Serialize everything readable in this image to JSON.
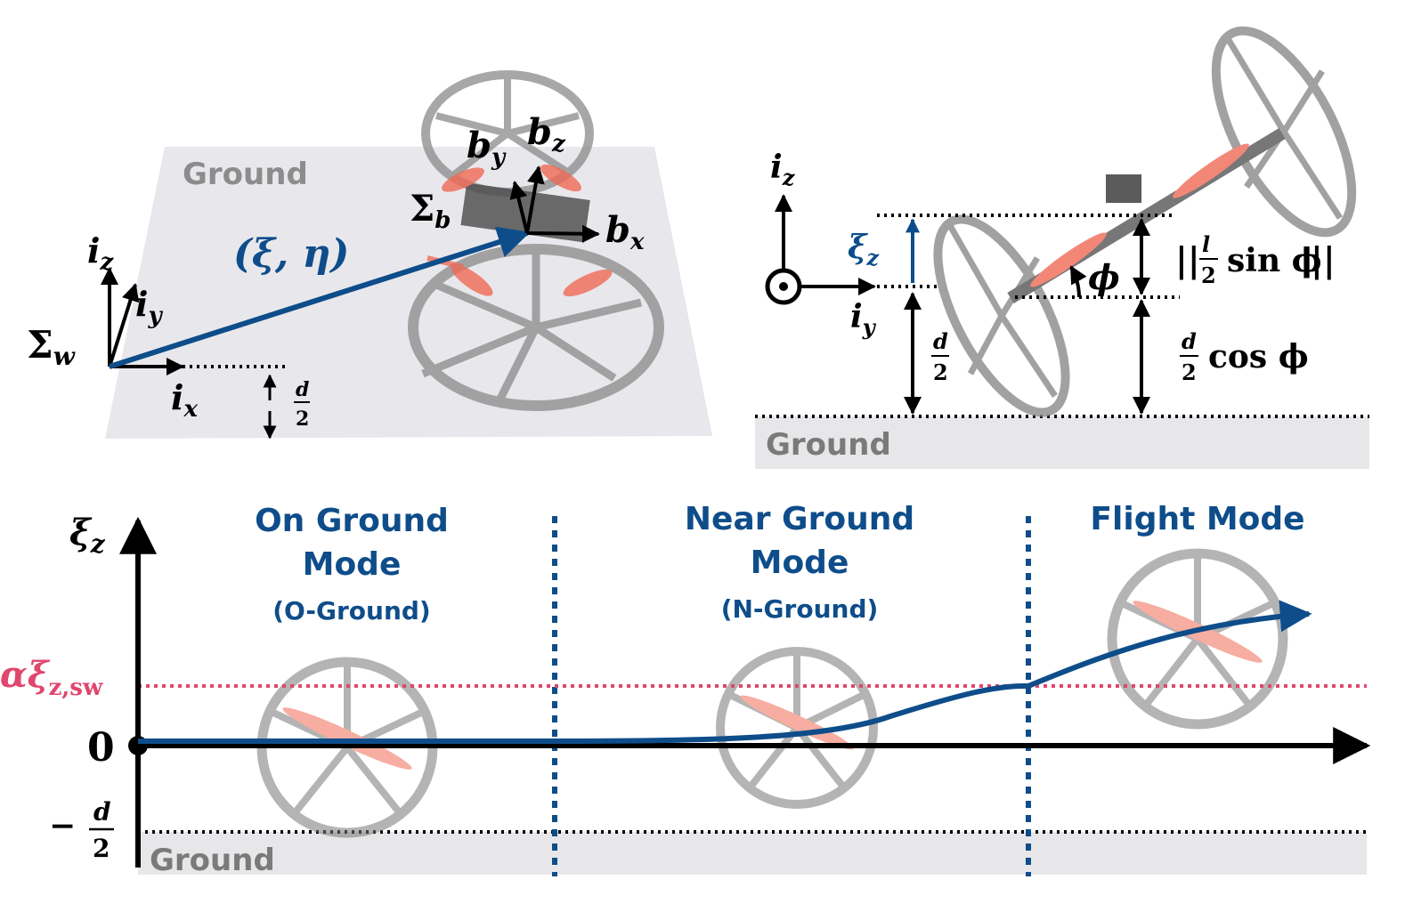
{
  "colors": {
    "blue": "#0e4d8a",
    "pink": "#e0466e",
    "black": "#000000",
    "ground_fill": "#e7e7e9",
    "wheel": "#8a8a8a",
    "prop": "#f06a55"
  },
  "panel_a": {
    "ground_label": "Ground",
    "world_frame": "Σ",
    "world_frame_sub": "w",
    "body_frame": "Σ",
    "body_frame_sub": "b",
    "pose_label": "(ξ,  η)",
    "ix": "i",
    "ix_sub": "x",
    "iy": "i",
    "iy_sub": "y",
    "iz": "i",
    "iz_sub": "z",
    "bx": "b",
    "bx_sub": "x",
    "by": "b",
    "by_sub": "y",
    "bz": "b",
    "bz_sub": "z",
    "half_d_num": "d",
    "half_d_den": "2"
  },
  "panel_b": {
    "ground_label": "Ground",
    "iz": "i",
    "iz_sub": "z",
    "iy": "i",
    "iy_sub": "y",
    "xi_z": "ξ",
    "xi_z_sub": "z",
    "phi": "ϕ",
    "half_d_num": "d",
    "half_d_den": "2",
    "l_frac_num": "l",
    "l_frac_den": "2",
    "sin_text": "sin ϕ",
    "norm_open": "||",
    "norm_close": "||",
    "cos_num": "d",
    "cos_den": "2",
    "cos_text": "cos ϕ"
  },
  "panel_c": {
    "y_axis_label": "ξ",
    "y_axis_label_sub": "z",
    "threshold_label": "αξ",
    "threshold_label_sub": "z,sw",
    "zero_label": "0",
    "neg_sign": "−",
    "neg_num": "d",
    "neg_den": "2",
    "ground_label": "Ground",
    "modes": [
      {
        "line1": "On Ground",
        "line2": "Mode",
        "abbr": "(O-Ground)"
      },
      {
        "line1": "Near Ground",
        "line2": "Mode",
        "abbr": "(N-Ground)"
      },
      {
        "line1": "Flight Mode",
        "line2": "",
        "abbr": ""
      }
    ]
  }
}
